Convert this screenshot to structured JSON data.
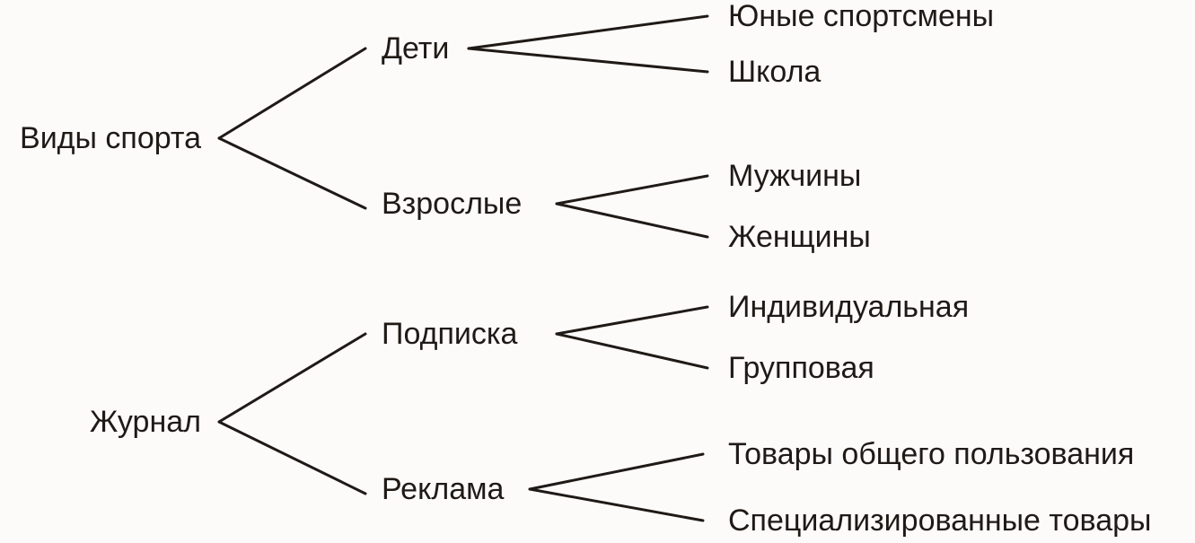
{
  "trees": [
    {
      "label": "Виды спорта",
      "children": [
        {
          "label": "Дети",
          "children": [
            "Юные спортсмены",
            "Школа"
          ]
        },
        {
          "label": "Взрослые",
          "children": [
            "Мужчины",
            "Женщины"
          ]
        }
      ]
    },
    {
      "label": "Журнал",
      "children": [
        {
          "label": "Подписка",
          "children": [
            "Индивидуальная",
            "Групповая"
          ]
        },
        {
          "label": "Реклама",
          "children": [
            "Товары общего пользования",
            "Специализированные товары"
          ]
        }
      ]
    }
  ],
  "colors": {
    "ink": "#1f1a16",
    "background": "#fcfbfa"
  }
}
